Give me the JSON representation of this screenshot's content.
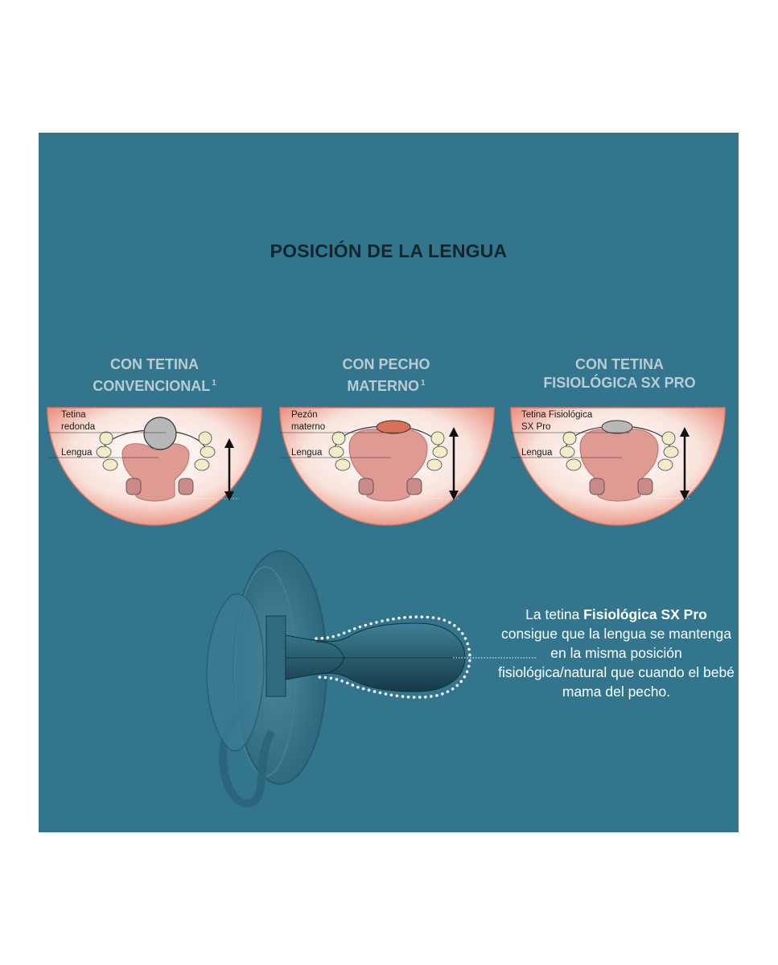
{
  "title": "POSICIÓN DE LA LENGUA",
  "columns": [
    {
      "heading_line1": "CON TETINA",
      "heading_line2": "CONVENCIONAL",
      "footnote": "1",
      "nipple_label_1": "Tetina",
      "nipple_label_2": "redonda",
      "tongue_label": "Lengua"
    },
    {
      "heading_line1": "CON PECHO",
      "heading_line2": "MATERNO",
      "footnote": "1",
      "nipple_label_1": "Pezón",
      "nipple_label_2": "materno",
      "tongue_label": "Lengua"
    },
    {
      "heading_line1": "CON TETINA",
      "heading_line2": "FISIOLÓGICA SX PRO",
      "footnote": "",
      "nipple_label_1": "Tetina Fisiológica",
      "nipple_label_2": "SX Pro",
      "tongue_label": "Lengua"
    }
  ],
  "description": {
    "prefix": "La tetina ",
    "bold": "Fisiológica SX Pro",
    "rest": " consigue que la lengua se mantenga en la misma posición fisiológica/natural que cuando el bebé mama del pecho."
  },
  "colors": {
    "background": "#33758d",
    "heading": "#b9ccd3",
    "title": "#15252c",
    "tongue": "#e09a94",
    "nipple_conventional": "#b8b8b8",
    "nipple_breast": "#d9705a",
    "nipple_sx_pro": "#b8b8b8"
  }
}
